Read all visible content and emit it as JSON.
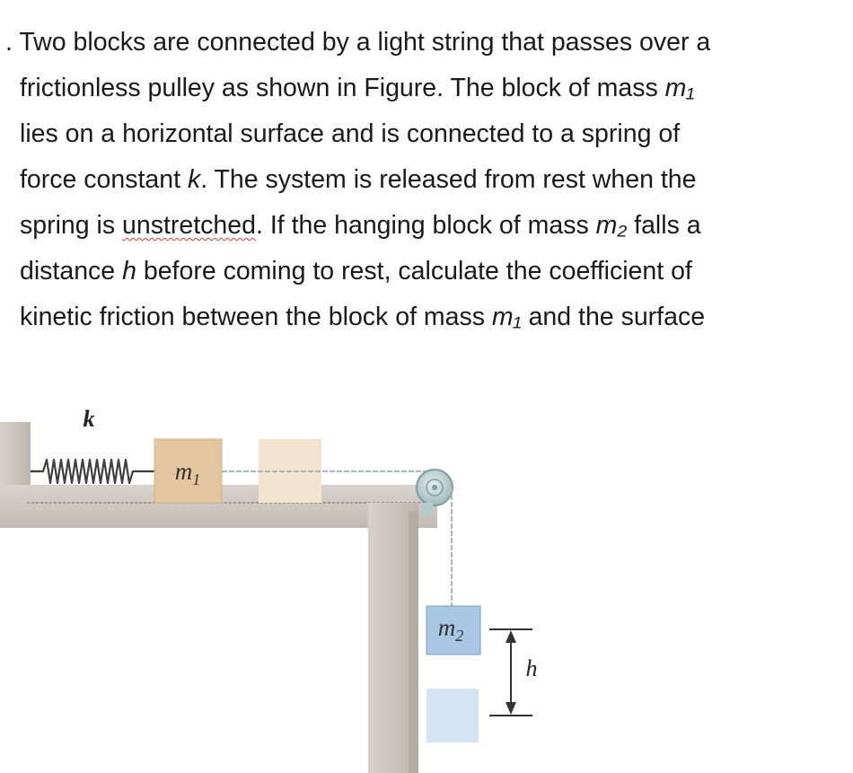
{
  "problem": {
    "number_marker": ".",
    "lines": [
      [
        {
          "t": " Two blocks are connected by a light string that passes over a"
        }
      ],
      [
        {
          "t": "frictionless pulley as shown in Figure. The block of mass "
        },
        {
          "t": "m₁",
          "v": true
        }
      ],
      [
        {
          "t": "lies on a horizontal surface and is connected to a spring of"
        }
      ],
      [
        {
          "t": "force constant "
        },
        {
          "t": "k",
          "v": true
        },
        {
          "t": ". The system is released from rest when the"
        }
      ],
      [
        {
          "t": "spring is "
        },
        {
          "t": "unstretched",
          "s": true
        },
        {
          "t": ". If the hanging block of mass "
        },
        {
          "t": "m₂",
          "v": true
        },
        {
          "t": " falls a"
        }
      ],
      [
        {
          "t": "distance "
        },
        {
          "t": "h",
          "v": true
        },
        {
          "t": " before coming to rest, calculate the coefficient of"
        }
      ],
      [
        {
          "t": "kinetic friction between the block of mass "
        },
        {
          "t": "m₁",
          "v": true
        },
        {
          "t": " and the surface"
        }
      ]
    ]
  },
  "figure": {
    "spring_label": "k",
    "block1_label": "m",
    "block1_subscript": "1",
    "block2_label": "m",
    "block2_subscript": "2",
    "distance_label": "h",
    "colors": {
      "wall": "#cdc7c0",
      "block1": "#e3c69f",
      "block1_ghost": "#f2e4d1",
      "block2": "#a9c6e3",
      "block2_ghost": "#d5e4f2",
      "string": "#a9b4be",
      "pulley": "#b9cfd0"
    }
  }
}
